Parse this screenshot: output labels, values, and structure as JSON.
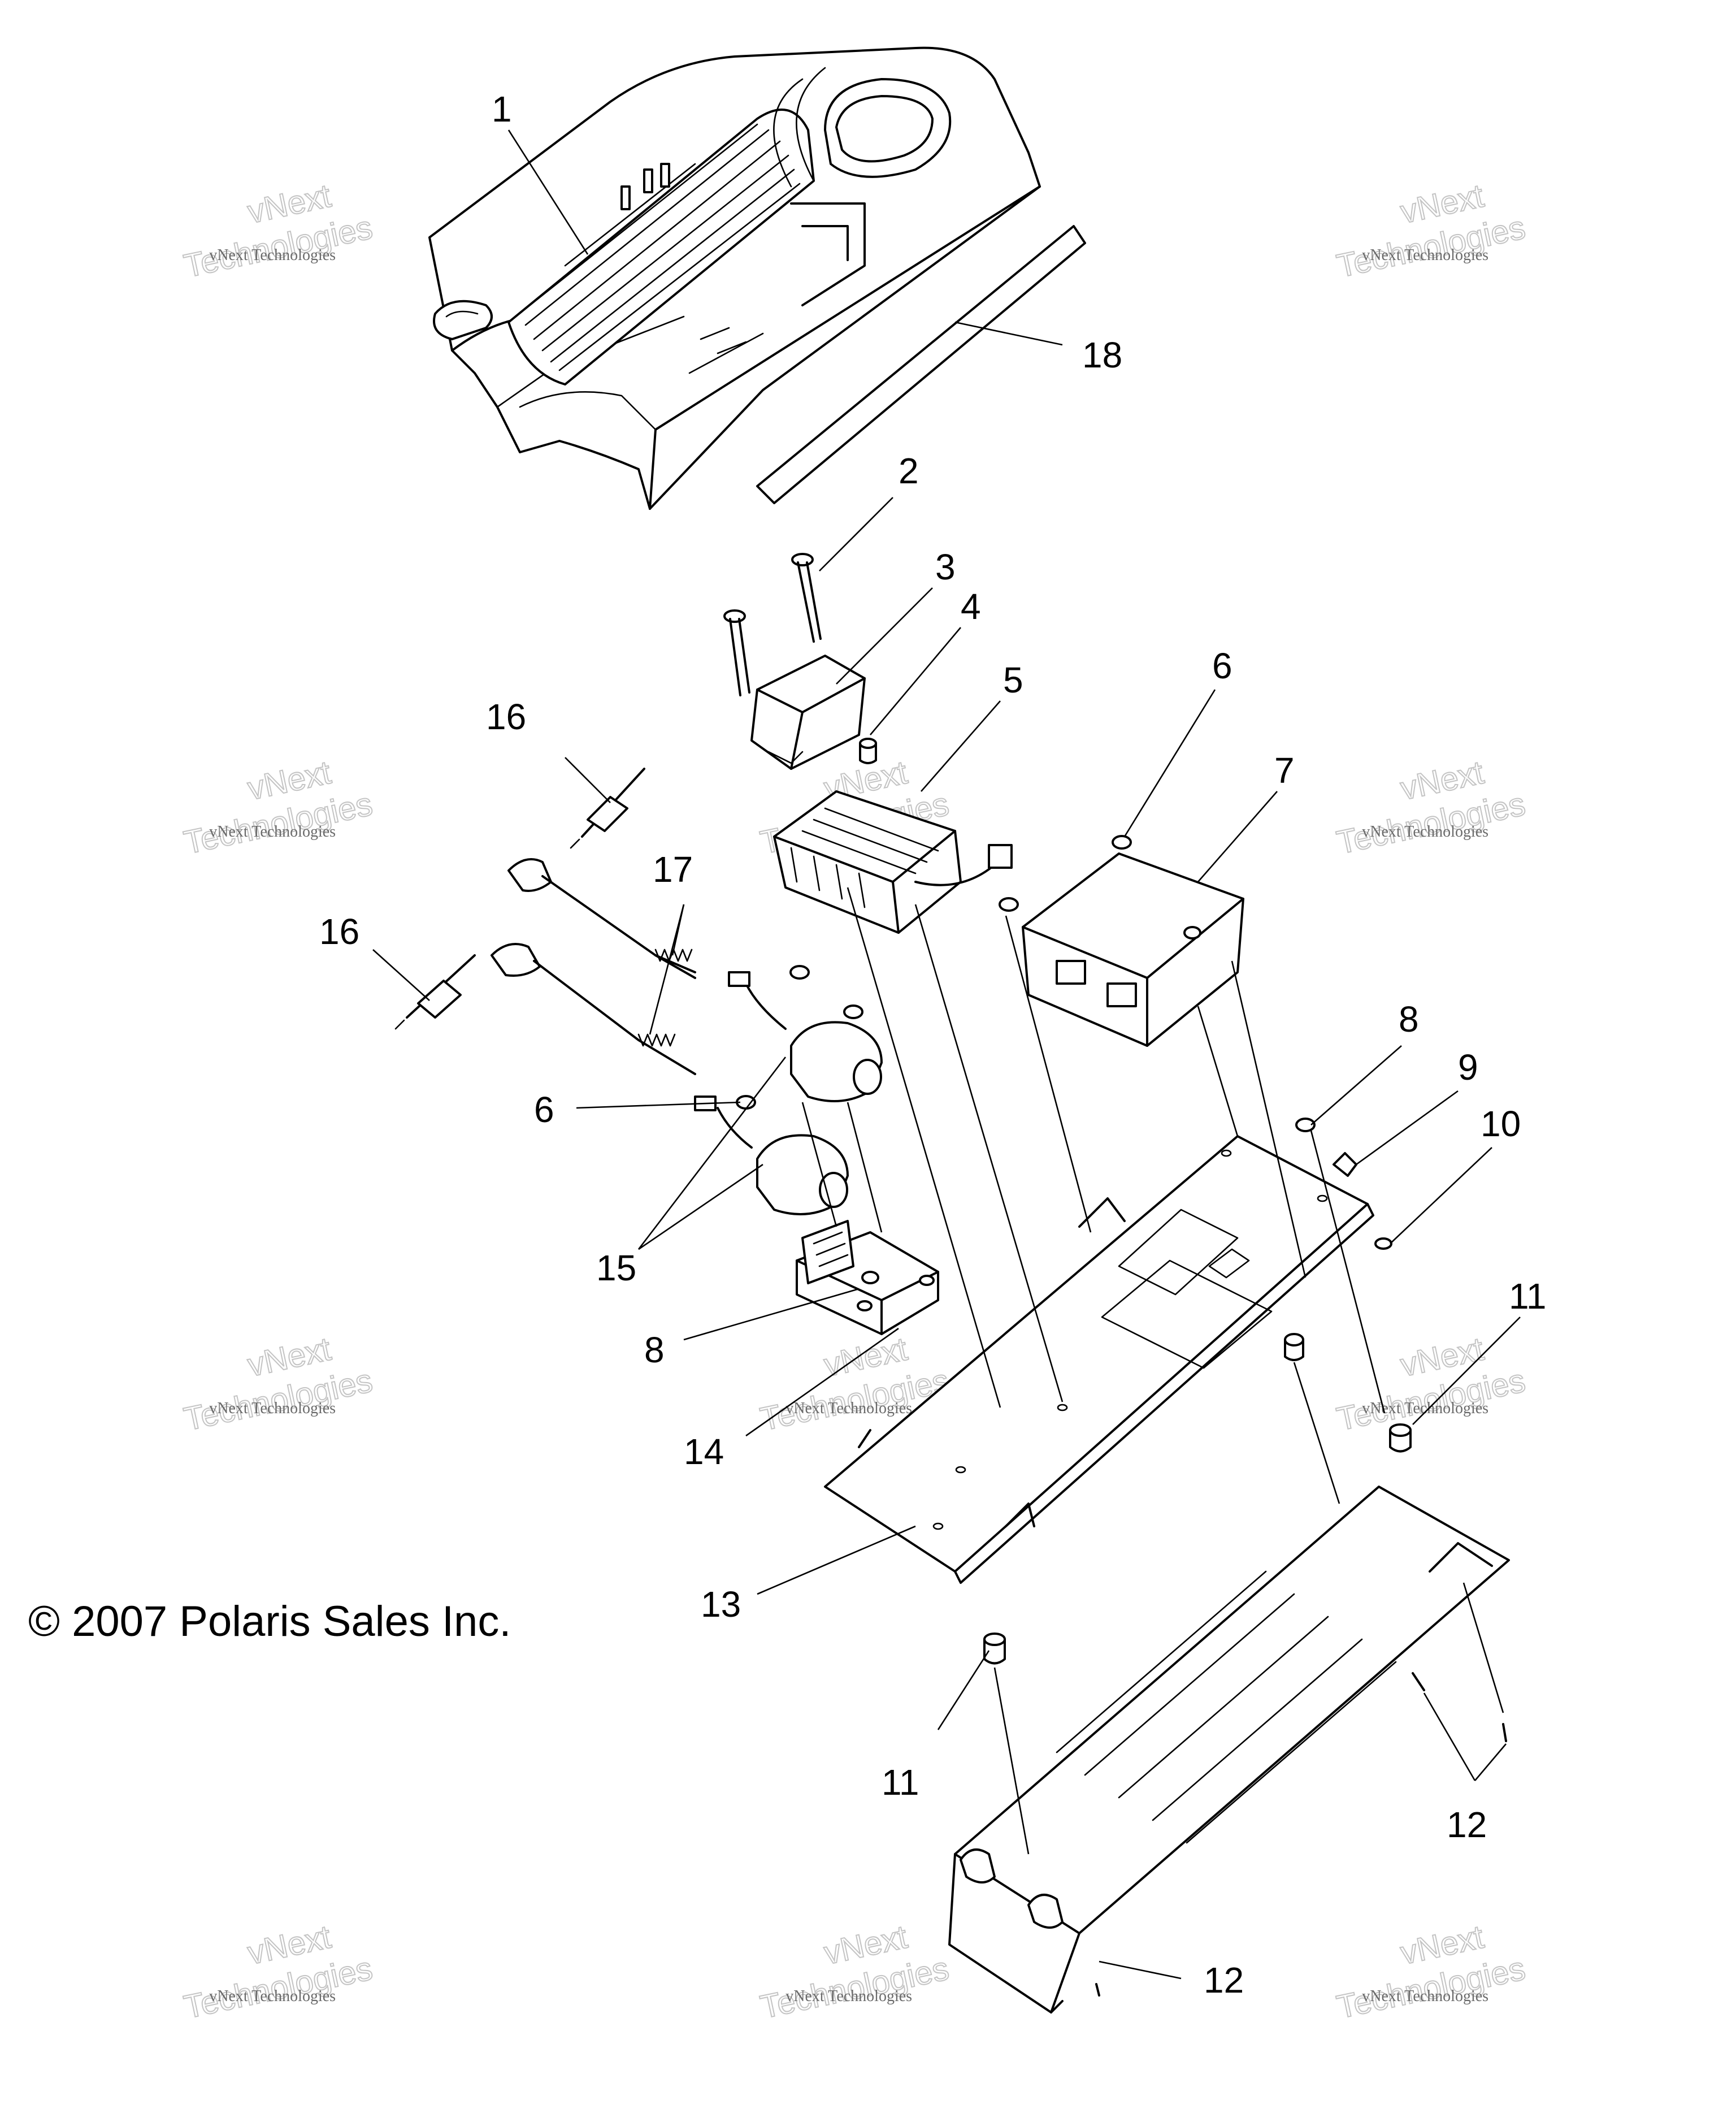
{
  "diagram": {
    "callouts": [
      {
        "id": "c1",
        "text": "1"
      },
      {
        "id": "c2",
        "text": "2"
      },
      {
        "id": "c3",
        "text": "3"
      },
      {
        "id": "c4",
        "text": "4"
      },
      {
        "id": "c5",
        "text": "5"
      },
      {
        "id": "c6a",
        "text": "6"
      },
      {
        "id": "c6b",
        "text": "6"
      },
      {
        "id": "c7",
        "text": "7"
      },
      {
        "id": "c8a",
        "text": "8"
      },
      {
        "id": "c8b",
        "text": "8"
      },
      {
        "id": "c9",
        "text": "9"
      },
      {
        "id": "c10",
        "text": "10"
      },
      {
        "id": "c11a",
        "text": "11"
      },
      {
        "id": "c11b",
        "text": "11"
      },
      {
        "id": "c12a",
        "text": "12"
      },
      {
        "id": "c12b",
        "text": "12"
      },
      {
        "id": "c13",
        "text": "13"
      },
      {
        "id": "c14",
        "text": "14"
      },
      {
        "id": "c15",
        "text": "15"
      },
      {
        "id": "c16a",
        "text": "16"
      },
      {
        "id": "c16b",
        "text": "16"
      },
      {
        "id": "c17",
        "text": "17"
      },
      {
        "id": "c18",
        "text": "18"
      }
    ],
    "copyright": "© 2007 Polaris Sales Inc.",
    "watermark": {
      "line1": "vNext Technologies",
      "line2a": "vNext",
      "line2b": "Technologies"
    }
  }
}
